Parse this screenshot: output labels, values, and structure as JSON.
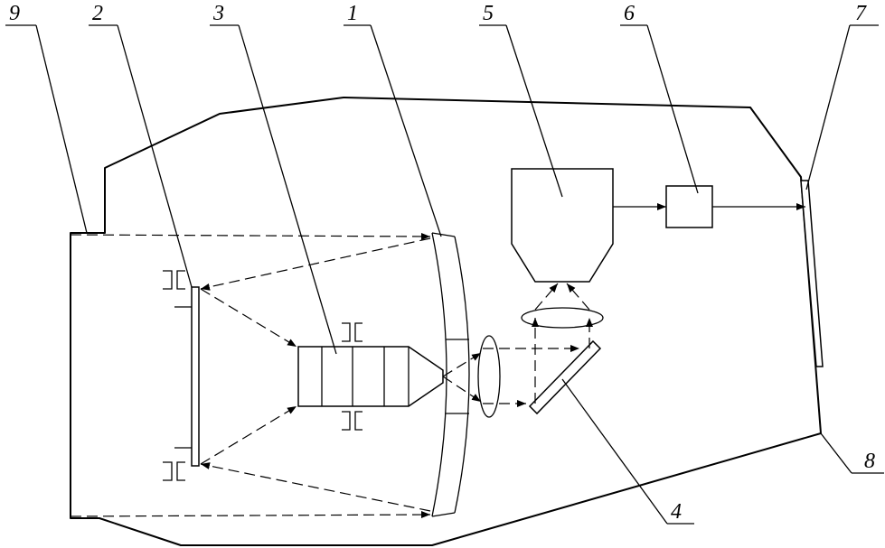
{
  "callouts": {
    "mirror": "1",
    "plate": "2",
    "tube": "3",
    "splitter": "4",
    "receiver": "5",
    "processor": "6",
    "screen": "7",
    "housing_corner": "8",
    "housing": "9"
  }
}
